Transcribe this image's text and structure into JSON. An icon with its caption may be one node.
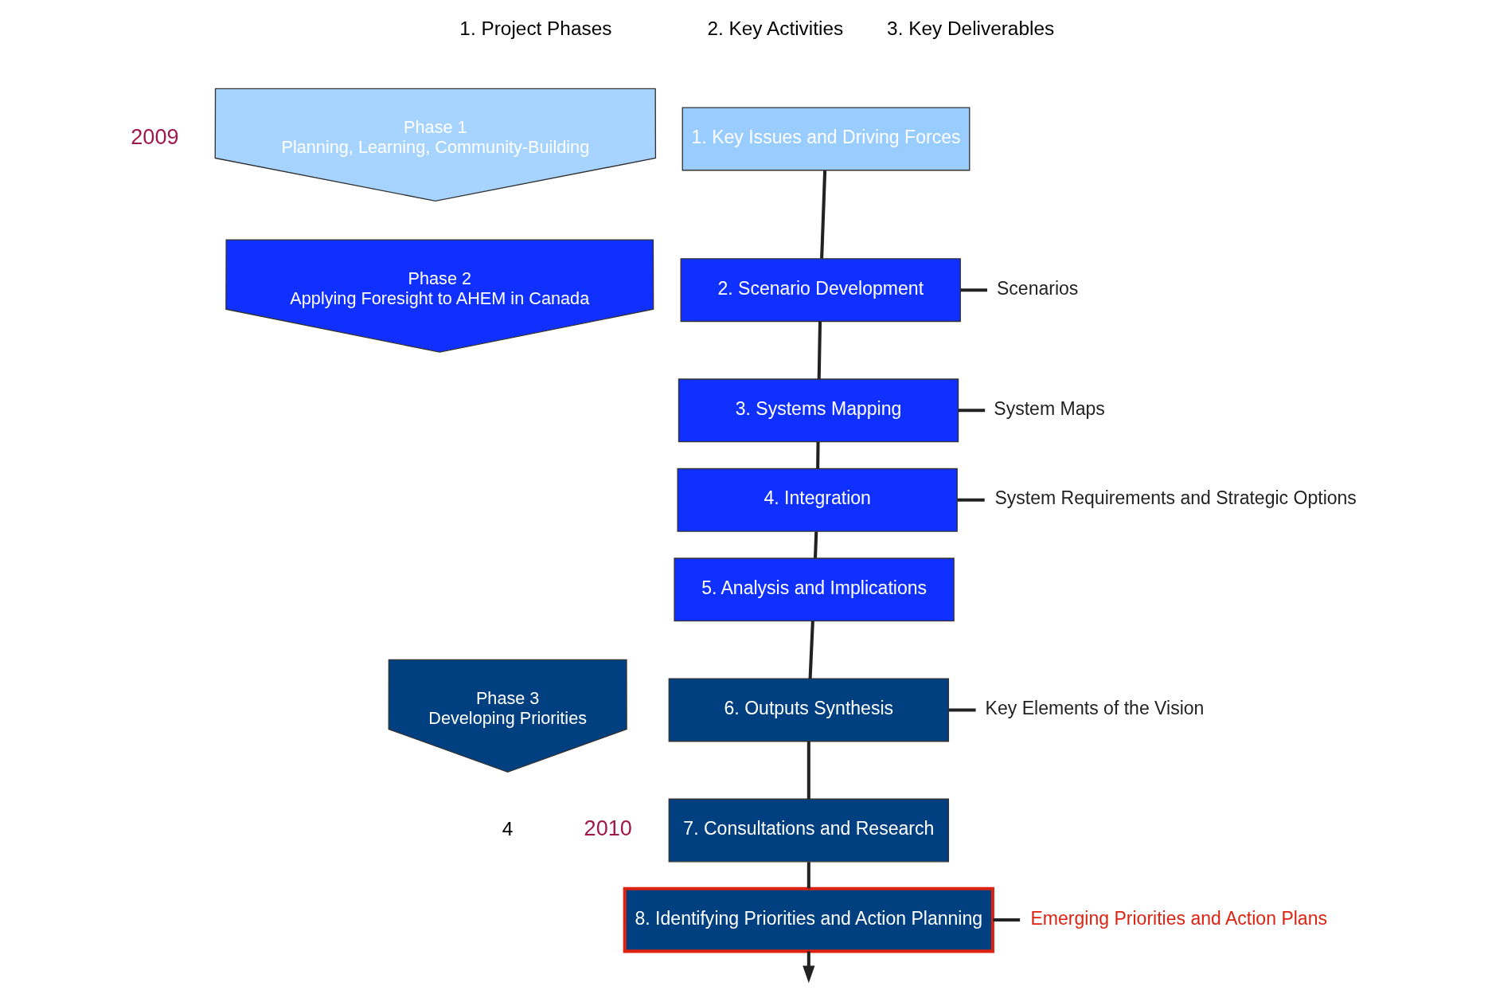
{
  "diagram": {
    "nodes": [
      {
        "text": [
          "Phase 1",
          "Planning, Learning, Community-Building"
        ]
      },
      {
        "text": [
          "Phase 2",
          "Applying Foresight to AHEM in Canada"
        ]
      },
      {
        "text": [
          "Phase 3",
          "Developing Priorities"
        ]
      },
      {
        "text": [
          "1. Key Issues and Driving Forces"
        ]
      },
      {
        "text": [
          "2. Scenario Development"
        ]
      },
      {
        "text": [
          "3. Systems Mapping"
        ]
      },
      {
        "text": [
          "4. Integration"
        ]
      },
      {
        "text": [
          "5. Analysis and Implications"
        ]
      },
      {
        "text": [
          "6. Outputs Synthesis"
        ]
      },
      {
        "text": [
          "7. Consultations and Research"
        ]
      },
      {
        "text": [
          "8. Identifying Priorities and Action Planning"
        ]
      },
      {
        "text": [
          "Scenarios"
        ]
      },
      {
        "text": [
          "System Maps"
        ]
      },
      {
        "text": [
          "System Requirements and Strategic Options"
        ]
      },
      {
        "text": [
          "Key Elements of the Vision"
        ]
      },
      {
        "text": [
          "Emerging Priorities and Action Plans"
        ]
      }
    ],
    "edges": [
      {
        "from": 3,
        "to": 4,
        "arrow": "none"
      },
      {
        "from": 4,
        "to": 5,
        "arrow": "none"
      },
      {
        "from": 5,
        "to": 6,
        "arrow": "none"
      },
      {
        "from": 6,
        "to": 7,
        "arrow": "none"
      },
      {
        "from": 7,
        "to": 8,
        "arrow": "none"
      },
      {
        "from": 8,
        "to": 9,
        "arrow": "none"
      },
      {
        "from": 9,
        "to": 10,
        "arrow": "none"
      },
      {
        "from": 10,
        "to": null,
        "arrow": "to"
      },
      {
        "from": 4,
        "to": 11,
        "arrow": "none"
      },
      {
        "from": 5,
        "to": 12,
        "arrow": "none"
      },
      {
        "from": 6,
        "to": 13,
        "arrow": "none"
      },
      {
        "from": 8,
        "to": 14,
        "arrow": "none"
      },
      {
        "from": 10,
        "to": 15,
        "arrow": "none"
      }
    ],
    "labels": [
      "1. Project Phases",
      "2. Key Activities",
      "3. Key Deliverables",
      "2009",
      "2010",
      "4"
    ]
  }
}
